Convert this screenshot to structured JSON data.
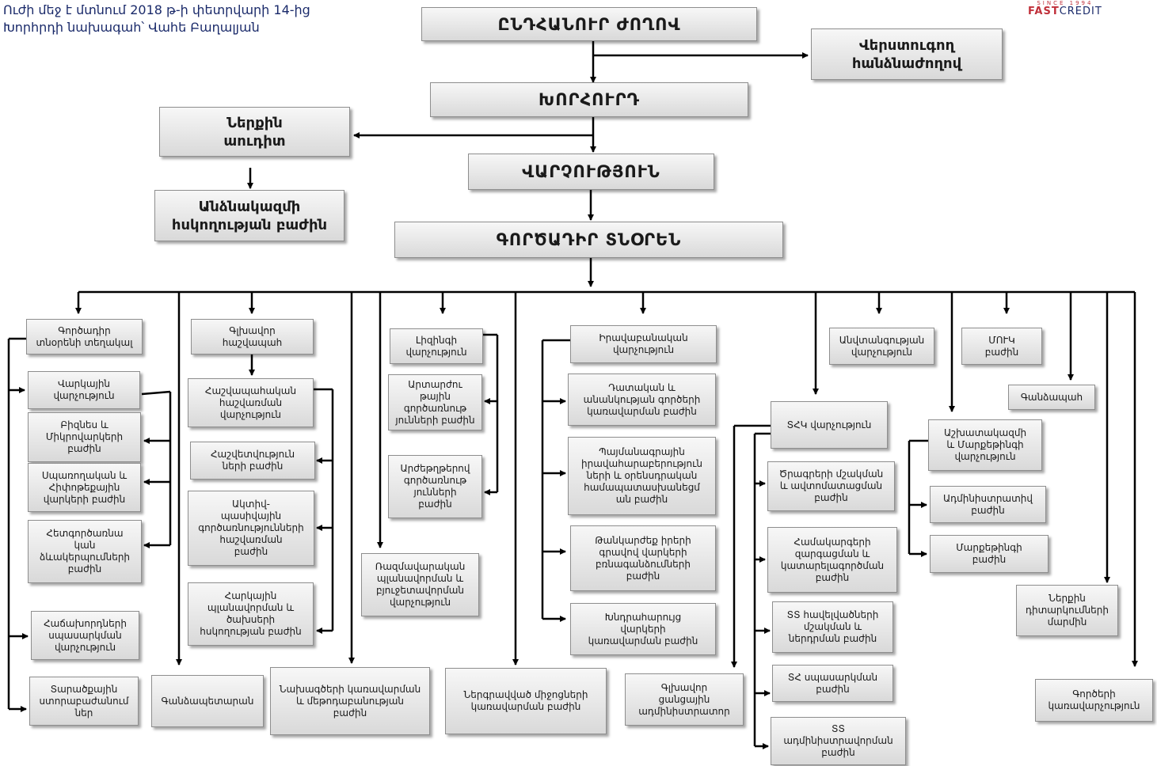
{
  "header_note": "Ուժի մեջ է մտնում 2018 թ-ի փետրվարի 14-ից\nԽորհրդի նախագահ՝ Վահե Բաղալյան",
  "logo": {
    "since": "SINCE 1994",
    "fast": "FAST",
    "credit": "CREDIT"
  },
  "colors": {
    "box_top": "#f7f7f7",
    "box_bottom": "#d9d9d9",
    "line": "#000000",
    "logo_red": "#c0303a",
    "logo_blue": "#1a2a6a"
  },
  "boxes": {
    "general_meeting": "ԸՆԴՀԱՆՈՒՐ ԺՈՂՈՎ",
    "external_auditor": "Վերստուգող\nհանձնաժողով",
    "council": "ԽՈՐՀՈՒՐԴ",
    "internal_audit": "Ներքին\nաուդիտ",
    "compliance": "Անձնակազմի\nհսկողության բաժին",
    "board": "ՎԱՐՉՈՒԹՅՈՒՆ",
    "ceo": "ԳՈՐԾԱԴԻՐ ՏՆՕՐԵՆ",
    "deputy_ceo": "Գործադիր\nտնօրենի տեղակալ",
    "credit_dept": "Վարկային\nվարչություն",
    "business_micro": "Բիզնես և\nՄիկրովարկերի\nբաժին",
    "consumer_mortgage": "Սպառողական և\nՀիփոթեքային\nվարկերի բաժին",
    "problem_loans": "Հետգործառնա\nկան\nձևակերպումների\nբաժին",
    "client_service": "Հաճախորդների\nսպասարկման\nվարչություն",
    "regional_branches": "Տարածքային\nստորաբաժանում\nներ",
    "chief_accountant": "Գլխավոր\nհաշվապահ",
    "accounting_dept": "Հաշվապահական\nհաշվառման\nվարչություն",
    "reporting_dept": "Հաշվետվություն\nների բաժին",
    "asset_liability": "Ակտիվ-\nպասիվային\nգործառնությունների\nհաշվառման\nբաժին",
    "tax_accounting": "Հարկային\nպլանավորման և\nծախսերի\nհսկողության բաժին",
    "treasury": "Գանձապետարան",
    "leasing_dept": "Լիզինգի\nվարչություն",
    "external_ops": "Արտարժու\nթային\nգործառնութ\nյունների բաժին",
    "securities_ops": "Արժեթղթերով\nգործառնութ\nյունների\nբաժին",
    "strategic_planning": "Ռազմավարական\nպլանավորման և\nբյուջետավորման\nվարչություն",
    "project_mgmt": "Նախագծերի կառավարման\nև մեթոդաբանության\nբաժին",
    "legal_dept": "Իրավաբանական\nվարչություն",
    "court_assets": "Դատական և\nանանկության գործերի\nկառավարման բաժին",
    "contract_legal": "Պայմանագրային\nիրավահարաբերություն\nների և օրենսդրական\nհամապատասխանեցմ\nան բաժին",
    "collateral_credit": "Թանկարժեք իրերի\nգրավով վարկերի\nբռնագանձումների\nբաժին",
    "problem_credit_mgmt": "Խնդրահարույց\nվարկերի\nկառավարման բաժին",
    "attracted_funds": "Ներգրավված միջոցների\nկառավարման բաժին",
    "security_dept": "Անվտանգության\nվարչություն",
    "aml_dept": "ՄՈՒԿ\nբաժին",
    "cashier": "Գանձապահ",
    "it_dept": "ՏՀԿ վարչություն",
    "software_dev": "Ծրագրերի մշակման\nև ավտոմատացման\nբաժին",
    "system_admin": "Համակարգերի\nզարգացման և\nկատարելագործման\nբաժին",
    "it_support": "ՏՏ հավելվածների\nմշակման և\nներդրման բաժին",
    "helpdesk": "ՏՀ սպասարկման\nբաժին",
    "it_admin": "ՏՏ\nադմինիստրավորման\nբաժին",
    "chief_network_admin": "Գլխավոր\nցանցային\nադմինիստրատոր",
    "hr_marketing": "Աշխատակազմի\nև Մարքեթինգի\nվարչություն",
    "admin_dept": "Ադմինիստրատիվ\nբաժին",
    "marketing_dept": "Մարքեթինգի\nբաժին",
    "internal_review": "Ներքին\nդիտարկումների\nմարմին",
    "records_mgmt": "Գործերի\nկառավարչություն"
  }
}
